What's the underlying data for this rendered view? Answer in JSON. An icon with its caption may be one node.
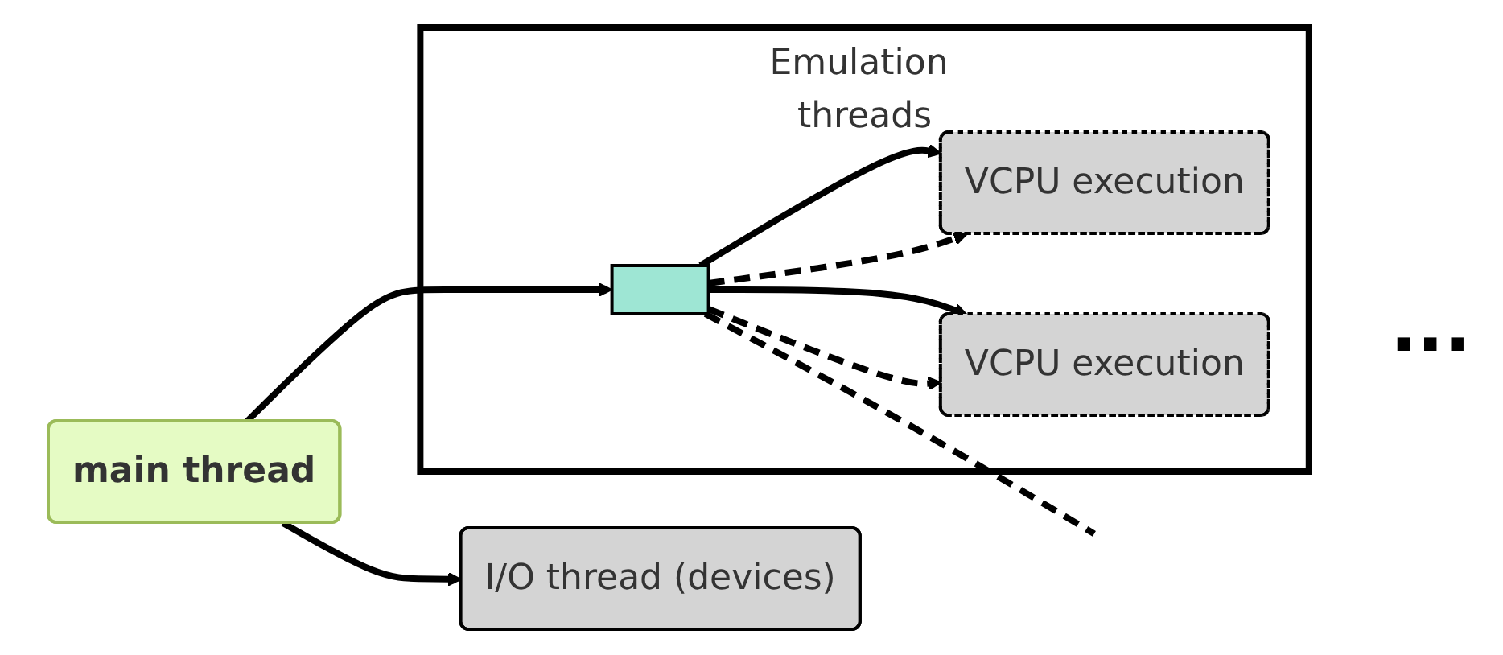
{
  "diagram": {
    "nodes": [
      {
        "text": [
          "main thread"
        ]
      },
      {
        "text": [
          "I/O thread (devices)"
        ]
      },
      {
        "text": [
          "Emulation threads"
        ]
      },
      {
        "text": [],
        "shape": "box",
        "in": 2
      },
      {
        "text": [
          "VCPU execution"
        ],
        "in": 2
      },
      {
        "text": [
          "VCPU execution"
        ],
        "in": 2
      }
    ],
    "edges": [
      {
        "from": 0,
        "to": 1,
        "arrow": "to"
      },
      {
        "from": 0,
        "to": 3,
        "arrow": "to"
      },
      {
        "from": 3,
        "to": 4,
        "arrow": "to"
      },
      {
        "from": 3,
        "to": 5,
        "arrow": "to"
      },
      {
        "from": 3,
        "to": 4,
        "arrow": "to",
        "style": "dashed"
      },
      {
        "from": 3,
        "to": 5,
        "arrow": "to",
        "style": "dashed"
      },
      {
        "from": 3,
        "to": null,
        "arrow": "none",
        "style": "dashed"
      }
    ],
    "labels": [
      "..."
    ]
  }
}
